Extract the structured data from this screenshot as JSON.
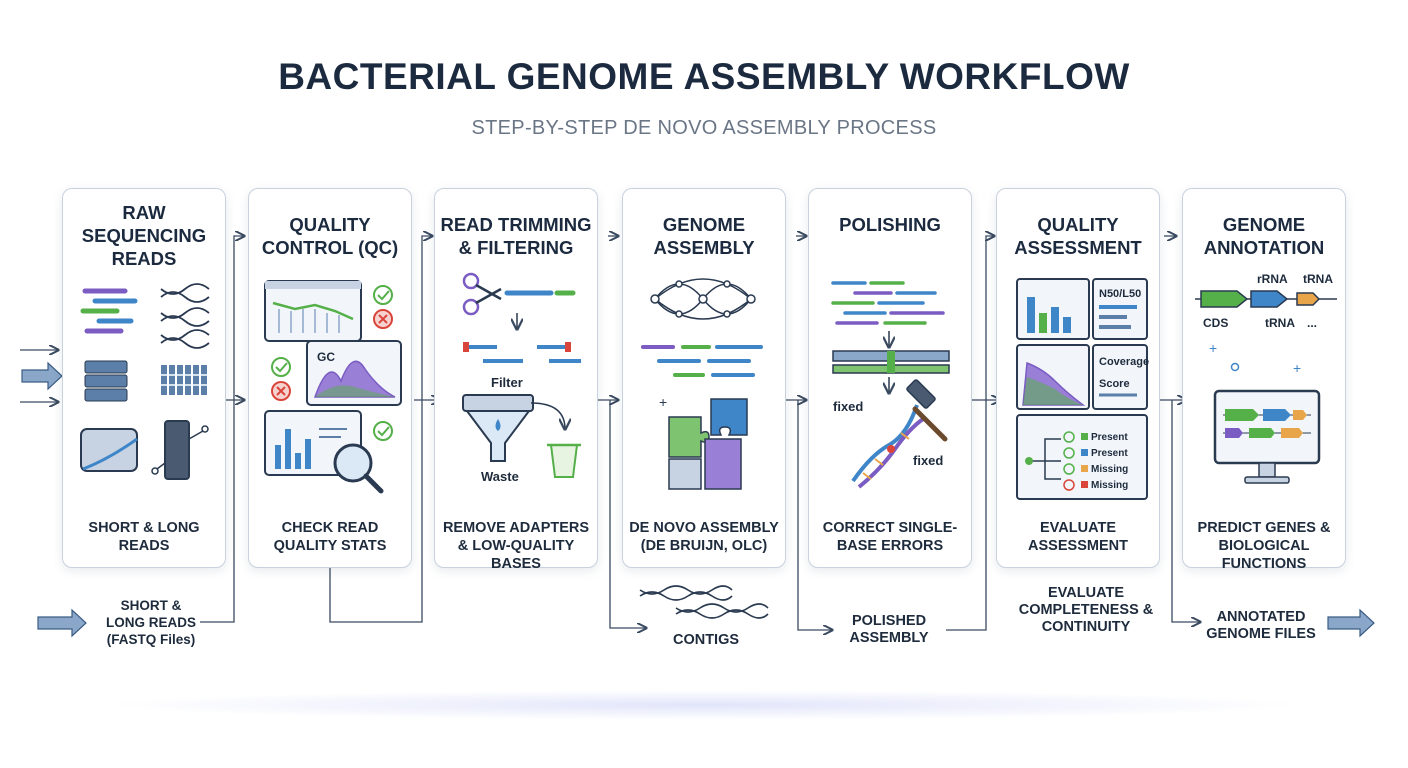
{
  "header": {
    "title": "BACTERIAL GENOME ASSEMBLY WORKFLOW",
    "subtitle": "STEP-BY-STEP DE NOVO ASSEMBLY PROCESS"
  },
  "steps": [
    {
      "title": "RAW SEQUENCING READS",
      "description": "SHORT & LONG READS"
    },
    {
      "title": "QUALITY CONTROL (QC)",
      "description": "CHECK READ QUALITY STATS",
      "icon_labels": {
        "gc": "GC"
      }
    },
    {
      "title": "READ TRIMMING & FILTERING",
      "description": "REMOVE ADAPTERS & LOW-QUALITY BASES",
      "icon_labels": {
        "filter": "Filter",
        "waste": "Waste"
      }
    },
    {
      "title": "GENOME ASSEMBLY",
      "description": "DE NOVO ASSEMBLY (DE BRUIJN, OLC)"
    },
    {
      "title": "POLISHING",
      "description": "CORRECT SINGLE-BASE ERRORS",
      "icon_labels": {
        "fixed_1": "fixed",
        "fixed_2": "fixed"
      }
    },
    {
      "title": "QUALITY ASSESSMENT",
      "description": "EVALUATE ASSESSMENT",
      "icon_labels": {
        "n50": "N50/L50",
        "coverage": "Coverage",
        "score": "Score",
        "present_1": "Present",
        "present_2": "Present",
        "missing_1": "Missing",
        "missing_2": "Missing"
      }
    },
    {
      "title": "GENOME ANNOTATION",
      "description": "PREDICT GENES & BIOLOGICAL FUNCTIONS",
      "icon_labels": {
        "rrna": "rRNA",
        "trna_1": "tRNA",
        "cds": "CDS",
        "trna_2": "tRNA",
        "ellipsis": "..."
      }
    }
  ],
  "outputs": {
    "reads": "SHORT & LONG READS (FASTQ Files)",
    "contigs": "CONTIGS",
    "polished": "POLISHED ASSEMBLY",
    "completeness": "EVALUATE COMPLETENESS & CONTINUITY",
    "annotated": "ANNOTATED GENOME FILES"
  },
  "colors": {
    "navy": "#1b2a3e",
    "steel_blue": "#5b7fa8",
    "blue": "#3f86c9",
    "green": "#55b04a",
    "purple": "#7a5cc2",
    "orange": "#e8a54a",
    "red": "#d9453b",
    "card_border": "#c8d2de"
  }
}
